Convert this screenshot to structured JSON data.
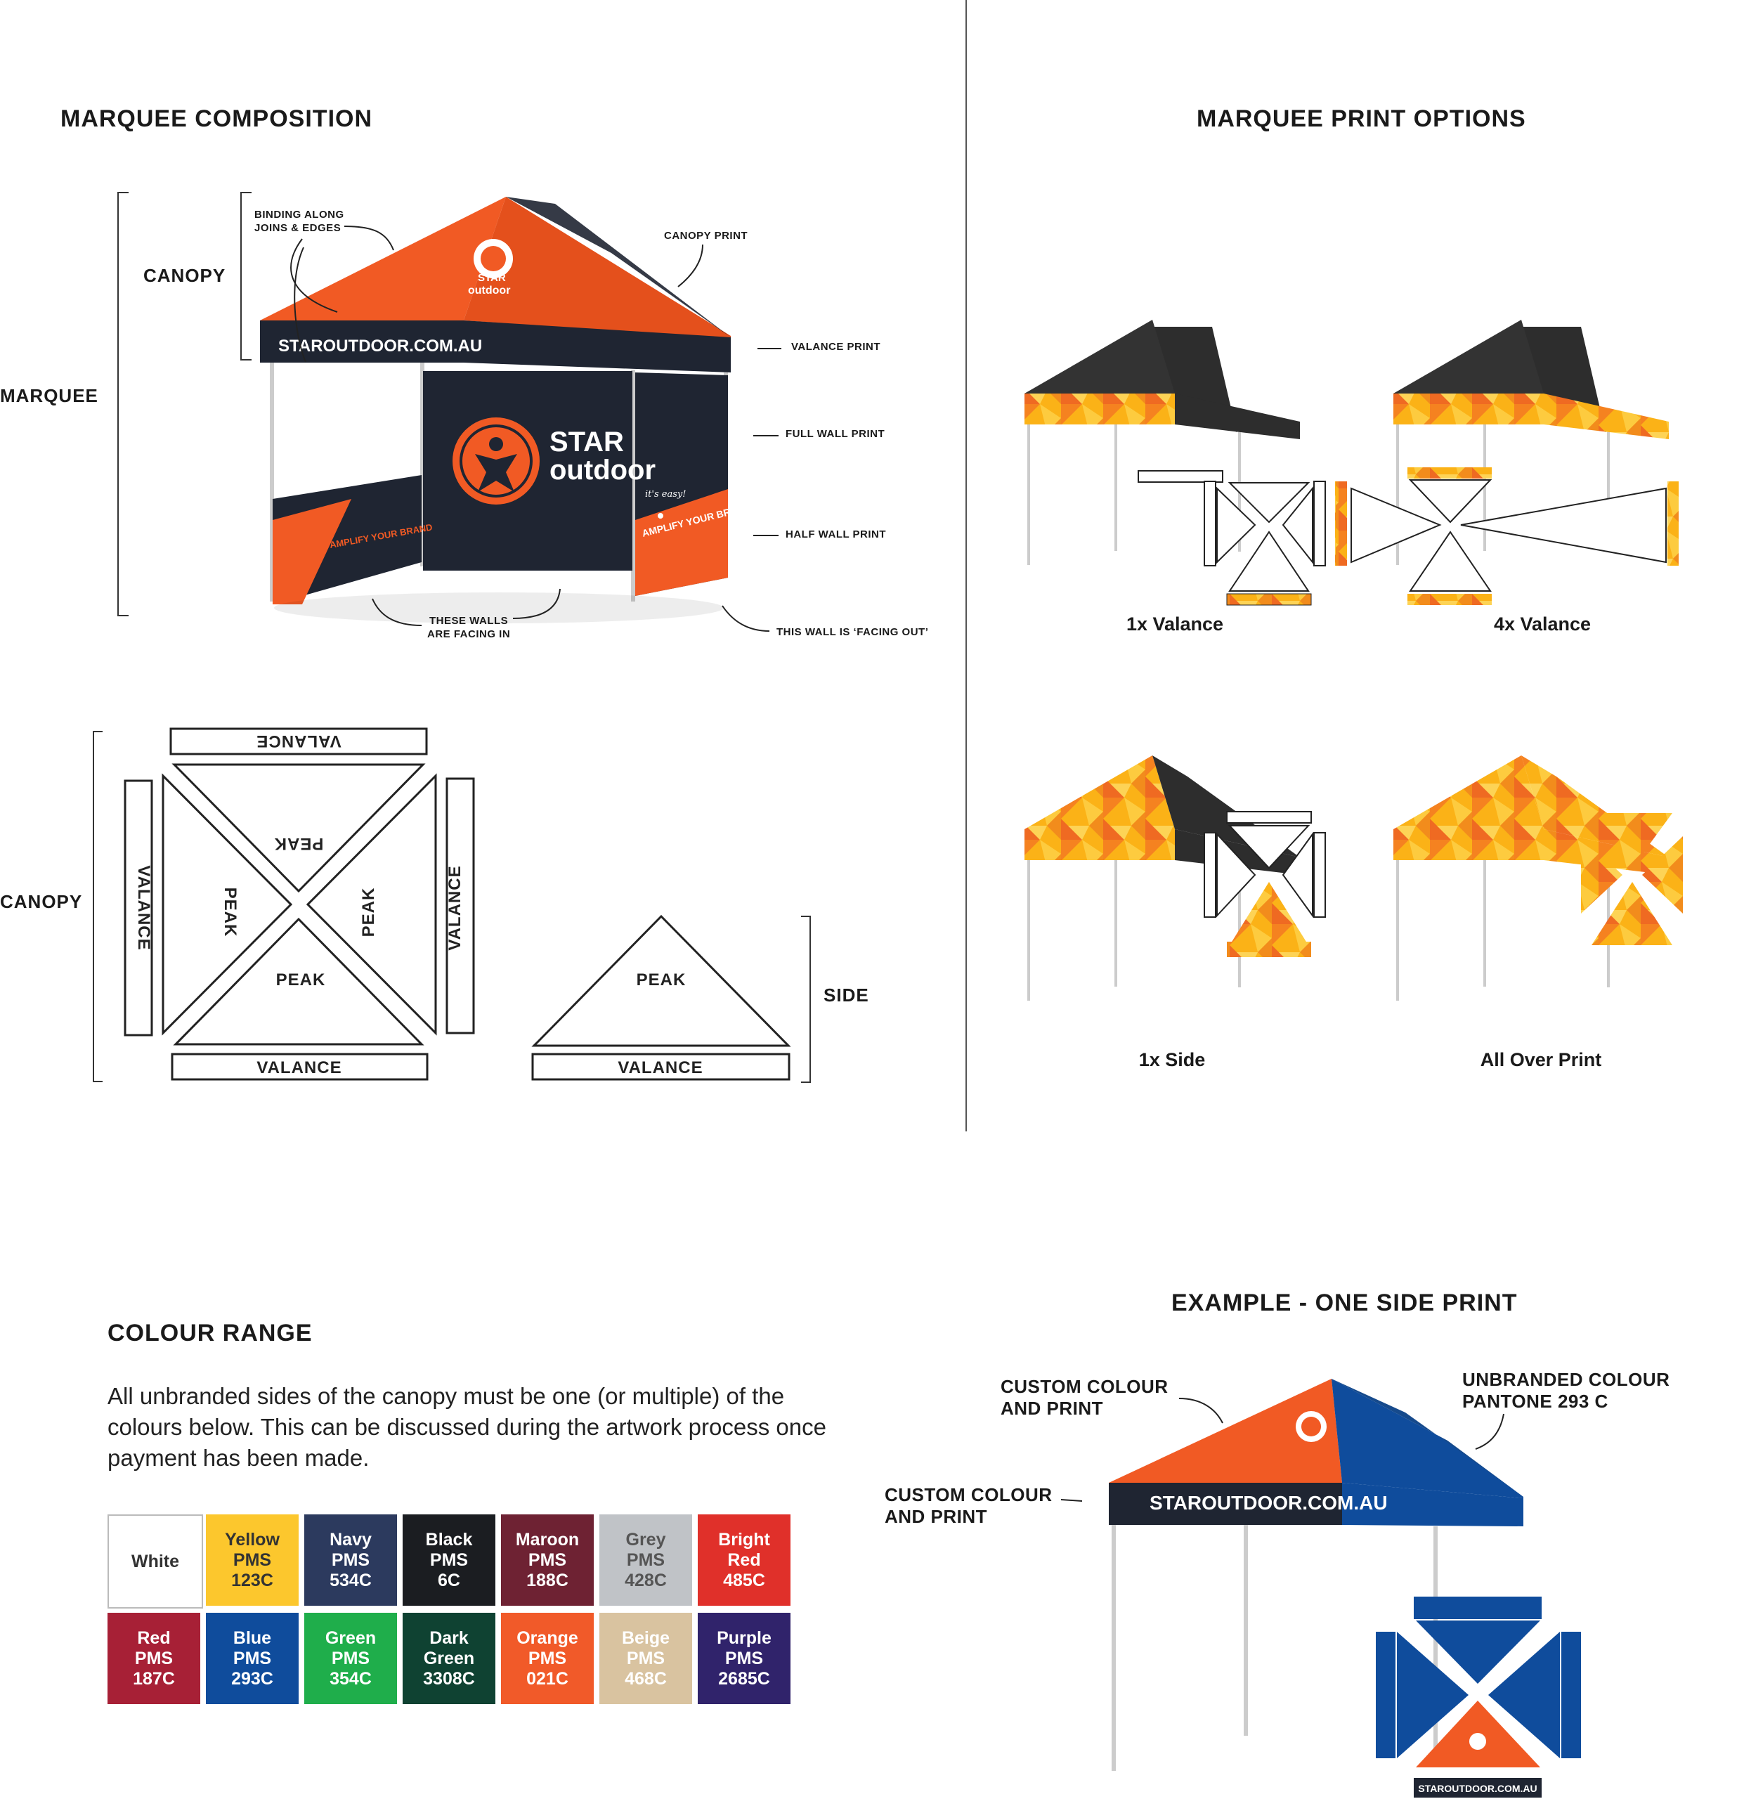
{
  "composition": {
    "title": "MARQUEE COMPOSITION",
    "label_canopy": "CANOPY",
    "label_marquee": "MARQUEE",
    "callouts": {
      "binding_1": "BINDING ALONG",
      "binding_2": "JOINS & EDGES",
      "canopy_print": "CANOPY PRINT",
      "valance_print": "VALANCE PRINT",
      "full_wall_print": "FULL WALL PRINT",
      "half_wall_print": "HALF WALL PRINT",
      "walls_in_1": "THESE WALLS",
      "walls_in_2": "ARE FACING IN",
      "wall_out": "THIS WALL IS ‘FACING OUT’"
    },
    "tent_text": {
      "url": "STAROUTDOOR.COM.AU",
      "brand_star": "STAR",
      "brand_outdoor": "outdoor",
      "tagline": "it's easy!",
      "amplify": "AMPLIFY YOUR BRAND"
    }
  },
  "diagram": {
    "label_canopy": "CANOPY",
    "label_side": "SIDE",
    "valance": "VALANCE",
    "peak": "PEAK"
  },
  "print_options": {
    "title": "MARQUEE PRINT OPTIONS",
    "options": [
      "1x Valance",
      "4x Valance",
      "1x Side",
      "All Over Print"
    ]
  },
  "colour_range": {
    "title": "COLOUR RANGE",
    "paragraph": "All unbranded sides of the canopy must be one (or multiple) of the colours below. This can be discussed during the artwork process once payment has been made.",
    "swatches": [
      {
        "label": "White",
        "color": "#ffffff",
        "text": "#333333"
      },
      {
        "label": "Yellow\nPMS\n123C",
        "color": "#fcc72d",
        "text": "#333333"
      },
      {
        "label": "Navy\nPMS\n534C",
        "color": "#2c3a5e",
        "text": "#ffffff"
      },
      {
        "label": "Black\nPMS\n6C",
        "color": "#1b1d21",
        "text": "#ffffff"
      },
      {
        "label": "Maroon\nPMS\n188C",
        "color": "#6e2233",
        "text": "#ffffff"
      },
      {
        "label": "Grey\nPMS\n428C",
        "color": "#c0c3c7",
        "text": "#555555"
      },
      {
        "label": "Bright\nRed\n485C",
        "color": "#e0302a",
        "text": "#ffffff"
      },
      {
        "label": "Red\nPMS\n187C",
        "color": "#a72036",
        "text": "#ffffff"
      },
      {
        "label": "Blue\nPMS\n293C",
        "color": "#0f4c9c",
        "text": "#ffffff"
      },
      {
        "label": "Green\nPMS\n354C",
        "color": "#1fae4b",
        "text": "#ffffff"
      },
      {
        "label": "Dark\nGreen\n3308C",
        "color": "#0f4232",
        "text": "#ffffff"
      },
      {
        "label": "Orange\nPMS\n021C",
        "color": "#f15a29",
        "text": "#ffffff"
      },
      {
        "label": "Beige\nPMS\n468C",
        "color": "#d9c3a0",
        "text": "#ffffff"
      },
      {
        "label": "Purple\nPMS\n2685C",
        "color": "#30236b",
        "text": "#ffffff"
      }
    ]
  },
  "example": {
    "title": "EXAMPLE - ONE SIDE PRINT",
    "custom_top_1": "CUSTOM COLOUR",
    "custom_top_2": "AND PRINT",
    "custom_left_1": "CUSTOM COLOUR",
    "custom_left_2": "AND PRINT",
    "unbranded_1": "UNBRANDED COLOUR",
    "unbranded_2": "PANTONE 293 C",
    "url": "STAROUTDOOR.COM.AU",
    "flat_url": "STAROUTDOOR.COM.AU"
  },
  "colors": {
    "orange": "#f15a24",
    "navy": "#1f2532",
    "blue": "#0f4c9c",
    "yellow": "#fcb316"
  }
}
